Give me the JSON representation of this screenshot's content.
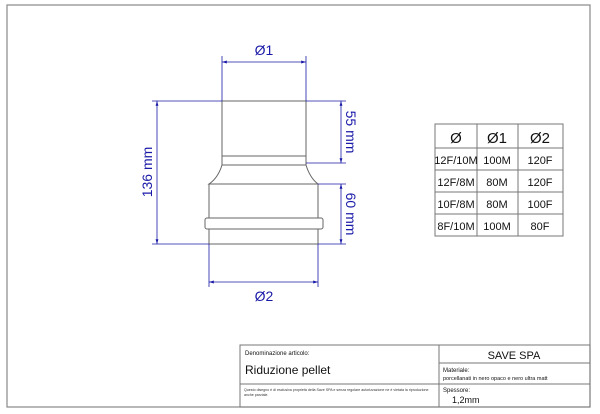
{
  "drawing": {
    "dim_d1": "Ø1",
    "dim_d2": "Ø2",
    "dim_total": "136 mm",
    "dim_upper": "55 mm",
    "dim_lower": "60 mm",
    "dim_color": "#1a1aa8"
  },
  "table": {
    "headers": [
      "Ø",
      "Ø1",
      "Ø2"
    ],
    "rows": [
      [
        "12F/10M",
        "100M",
        "120F"
      ],
      [
        "12F/8M",
        "80M",
        "120F"
      ],
      [
        "10F/8M",
        "80M",
        "100F"
      ],
      [
        "8F/10M",
        "100M",
        "80F"
      ]
    ]
  },
  "title_block": {
    "name_label": "Denominazione articolo:",
    "name_value": "Riduzione pellet",
    "company": "SAVE SPA",
    "material_label": "Materiale:",
    "material_value": "porcellanati in nero opaco e nero ultra matt",
    "notice": "Questo disegno è di esclusiva proprietà della Save SPA e senza regolare autorizzazione ne è vietata la riproduzione anche parziale.",
    "thickness_label": "Spessore:",
    "thickness_value": "1,2mm"
  }
}
